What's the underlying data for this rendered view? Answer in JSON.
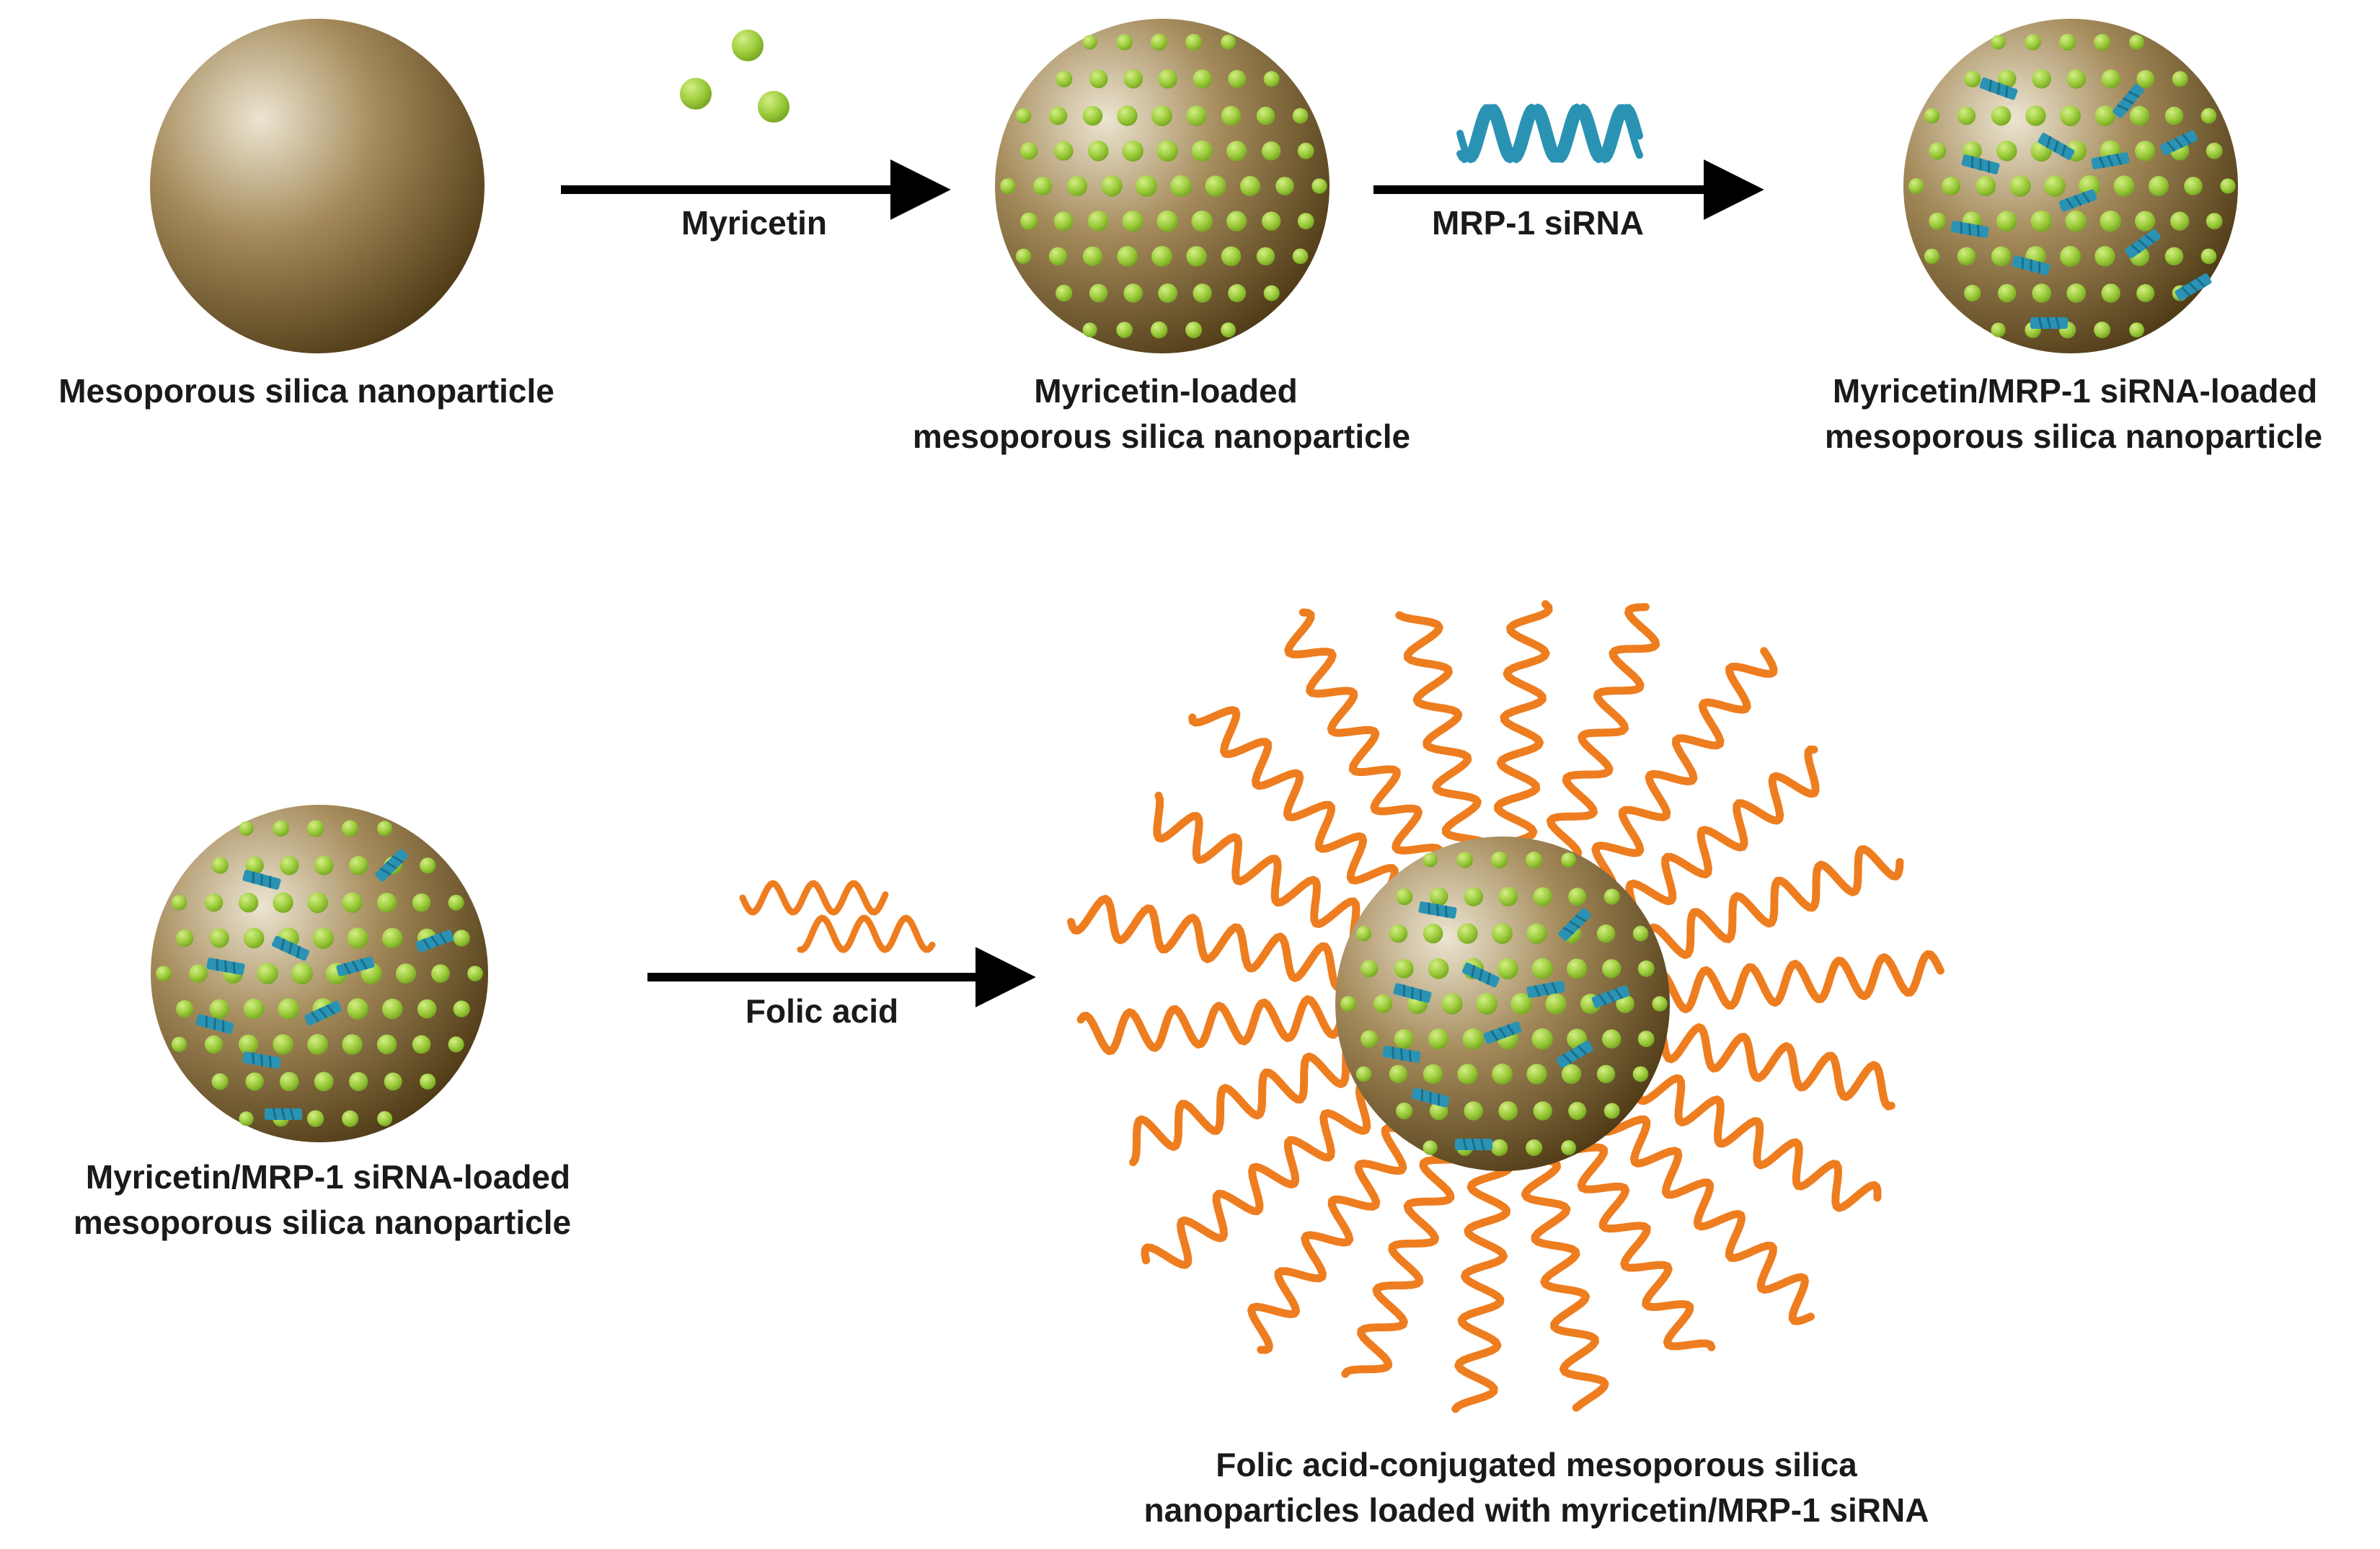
{
  "labels": {
    "msn": "Mesoporous silica nanoparticle",
    "myr_loaded_1": "Myricetin-loaded",
    "myr_loaded_2": "mesoporous silica nanoparticle",
    "dual_loaded_1": "Myricetin/MRP-1 siRNA-loaded",
    "dual_loaded_2": "mesoporous silica nanoparticle",
    "dual_loaded_b1": "Myricetin/MRP-1 siRNA-loaded",
    "dual_loaded_b2": "mesoporous silica nanoparticle",
    "final_1": "Folic acid-conjugated mesoporous silica",
    "final_2": "nanoparticles loaded with myricetin/MRP-1 siRNA"
  },
  "arrows": {
    "step1": "Myricetin",
    "step2": "MRP-1 siRNA",
    "step3": "Folic acid"
  },
  "colors": {
    "particle_light": "#e9e1cc",
    "particle_mid": "#8c7447",
    "particle_dark": "#4e3a16",
    "myricetin_green": "#9ccc3c",
    "sirna_blue": "#2a93b4",
    "folic_orange": "#ee7d1f",
    "arrow": "#000000"
  }
}
